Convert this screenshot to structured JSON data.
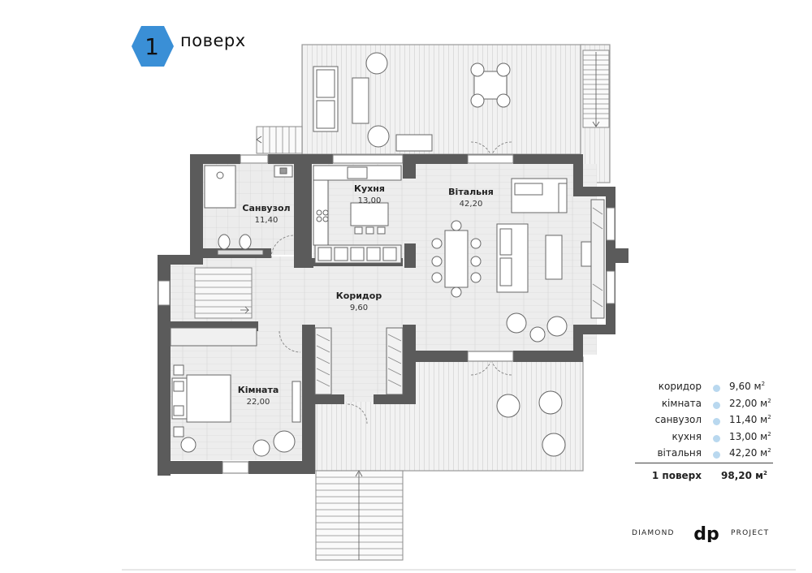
{
  "header": {
    "floor_number": "1",
    "floor_label": "поверх",
    "badge_color": "#3a8fd6"
  },
  "rooms": [
    {
      "key": "sanvuzol",
      "name": "Санвузол",
      "area": "11,40"
    },
    {
      "key": "kukhnia",
      "name": "Кухня",
      "area": "13,00"
    },
    {
      "key": "vitalnia",
      "name": "Вітальня",
      "area": "42,20"
    },
    {
      "key": "korydor",
      "name": "Коридор",
      "area": "9,60"
    },
    {
      "key": "kimnata",
      "name": "Кімната",
      "area": "22,00"
    }
  ],
  "legend": {
    "rows": [
      {
        "name": "коридор",
        "value": "9,60 м",
        "unit_power": "2"
      },
      {
        "name": "кімната",
        "value": "22,00 м",
        "unit_power": "2"
      },
      {
        "name": "санвузол",
        "value": "11,40 м",
        "unit_power": "2"
      },
      {
        "name": "кухня",
        "value": "13,00 м",
        "unit_power": "2"
      },
      {
        "name": "вітальня",
        "value": "42,20 м",
        "unit_power": "2"
      }
    ],
    "total": {
      "name": "1  поверх",
      "value": "98,20 м",
      "unit_power": "2"
    },
    "dot_color": "#b9d8ef"
  },
  "brand": {
    "left": "DIAMOND",
    "logo": "dp",
    "right": "PROJECT"
  },
  "colors": {
    "wall": "#5b5b5b",
    "floor": "#eeeeee",
    "deck": "#f4f4f4",
    "line": "#bdbdbd"
  }
}
